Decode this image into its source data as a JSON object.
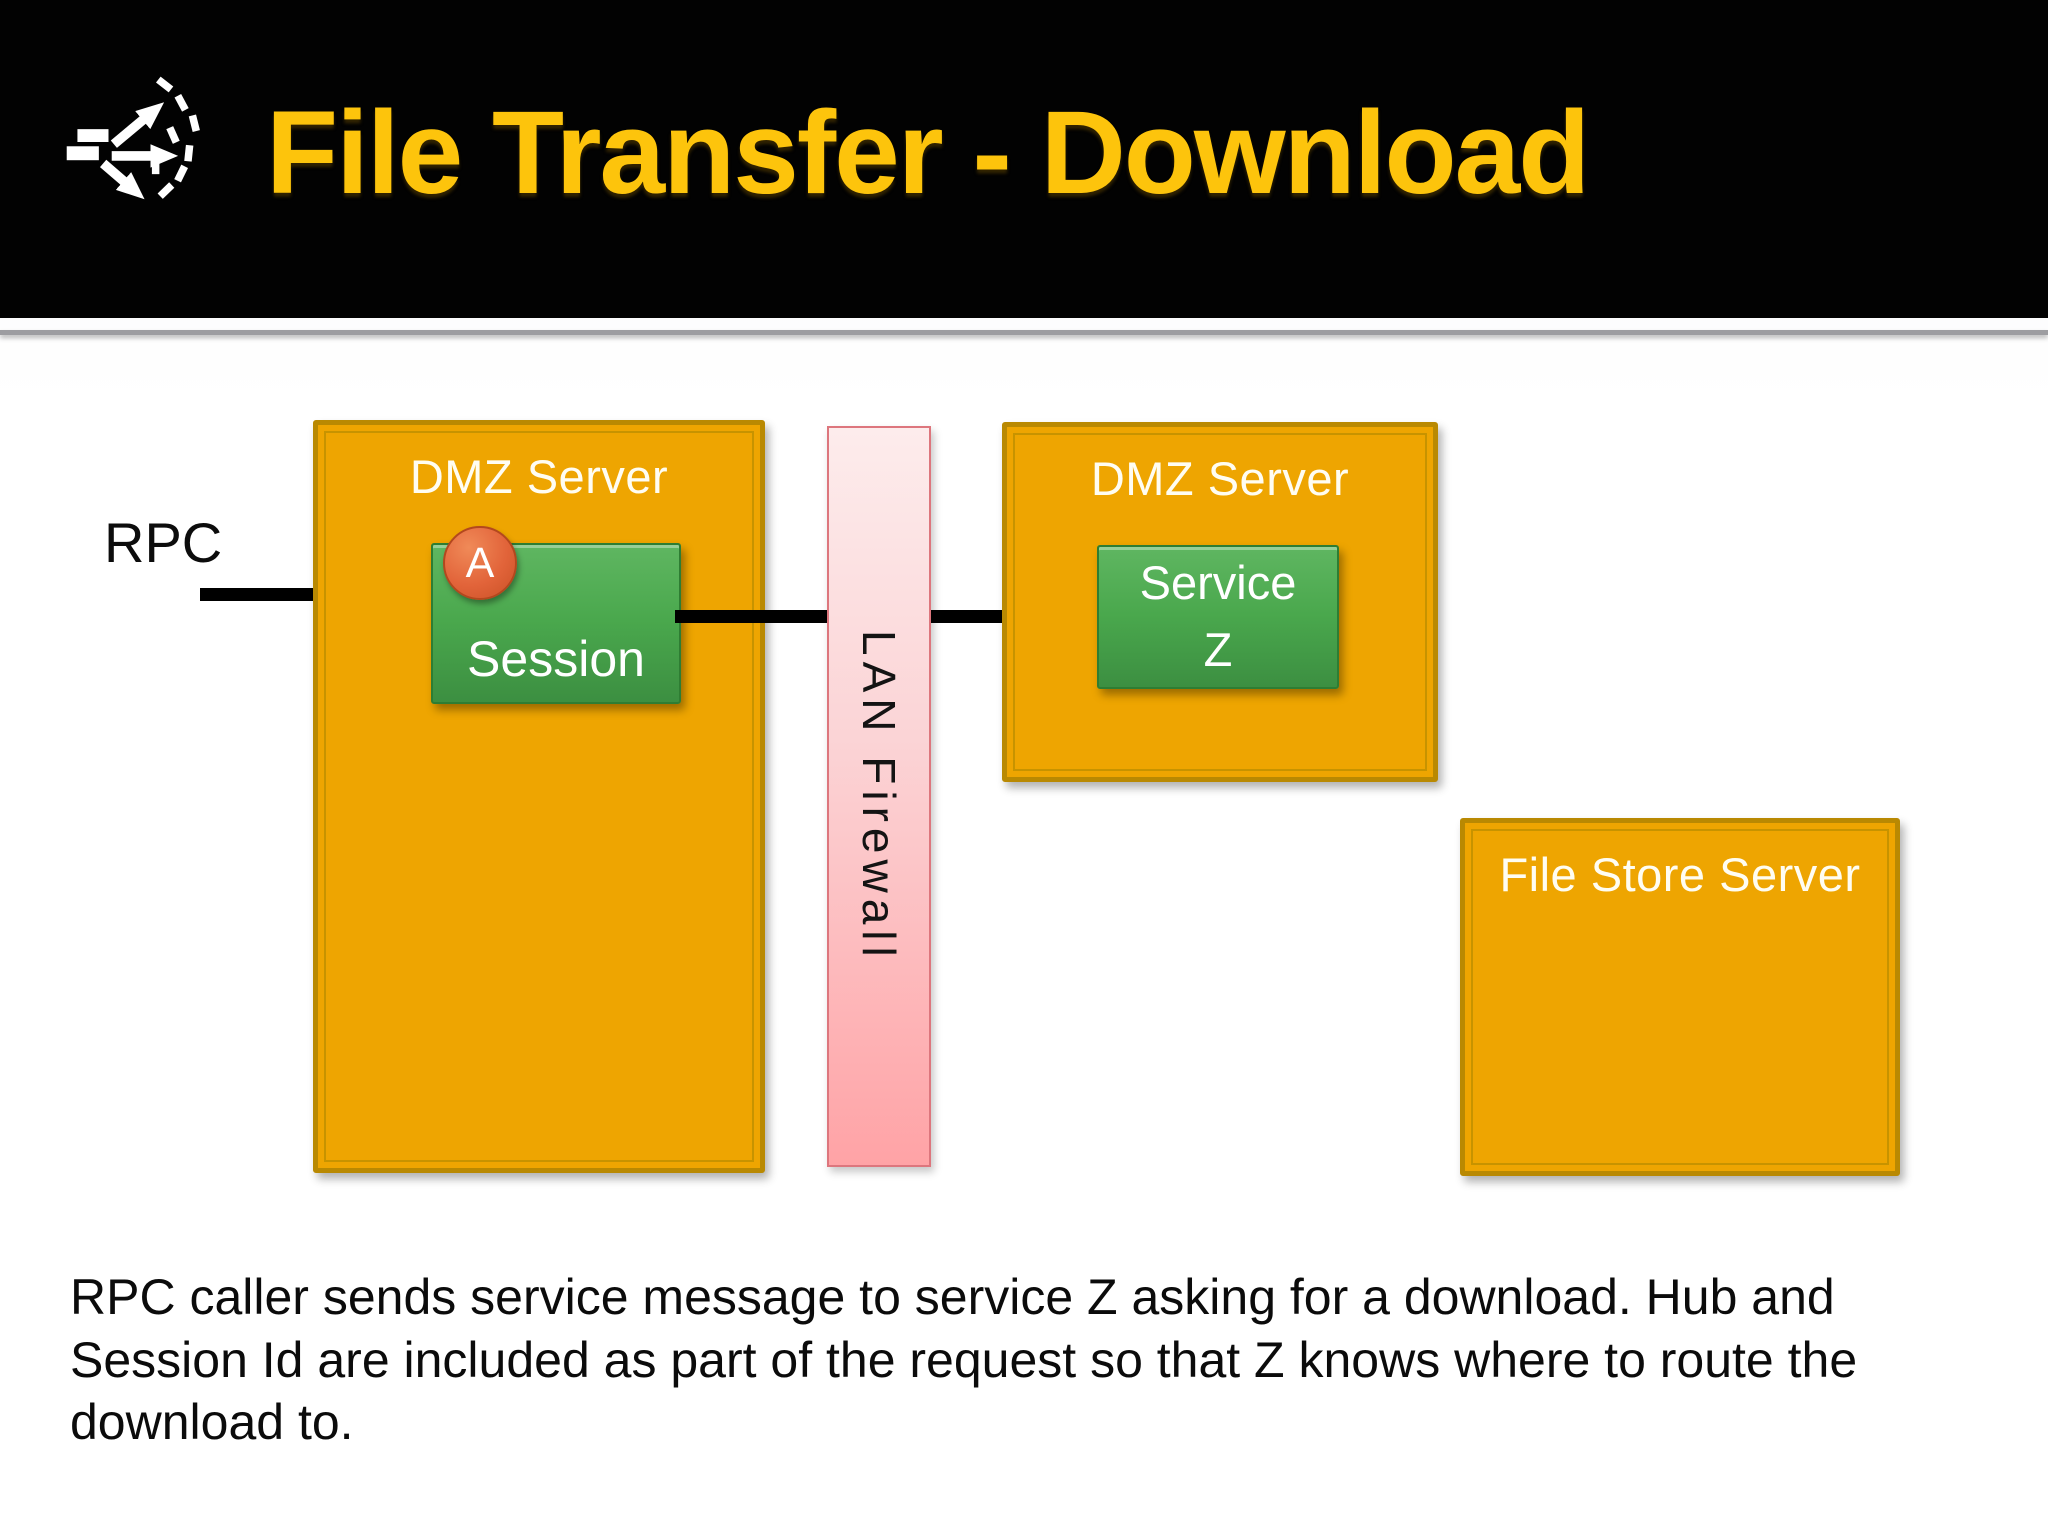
{
  "header": {
    "title": "File Transfer - Download",
    "icon": "scatter-arrows-icon",
    "bg_color": "#000000",
    "title_color": "#fdc40c"
  },
  "diagram": {
    "rpc_label": "RPC",
    "left_server": {
      "label": "DMZ Server",
      "session": {
        "badge": "A",
        "label": "Session"
      }
    },
    "firewall": {
      "label": "LAN Firewall",
      "fill_top": "#fdecec",
      "fill_bottom": "#ffa3a6",
      "border_color": "#dd767d"
    },
    "right_server": {
      "label": "DMZ Server",
      "service": {
        "line1": "Service",
        "line2": "Z"
      }
    },
    "file_store": {
      "label": "File Store Server"
    },
    "colors": {
      "server_fill": "#eea501",
      "server_border": "#b98902",
      "server_label": "#fffdf2",
      "service_fill_top": "#5fb661",
      "service_fill_bottom": "#3c8f41",
      "badge_fill": "#e2643a",
      "arrow": "#000000"
    }
  },
  "caption": {
    "text": "RPC caller sends service message to service Z asking for a download. Hub and Session Id are included as part of the request so that Z knows where to route the download to."
  }
}
